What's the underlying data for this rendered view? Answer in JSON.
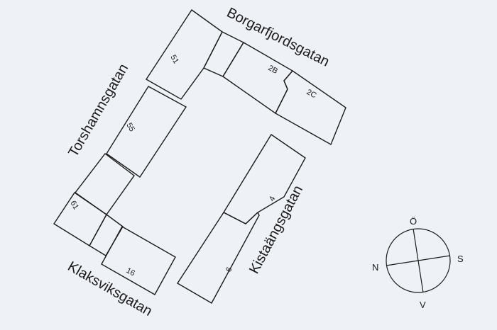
{
  "streets": {
    "borgarfjordsgatan": "Borgarfjordsgatan",
    "torshamnsgatan": "Torshamnsgatan",
    "kistaangsgatan": "Kistaängsgatan",
    "klaksviksgatan": "Klaksviksgatan"
  },
  "buildings": {
    "b51": "51",
    "b55": "55",
    "b61": "61",
    "b16": "16",
    "b2b": "2B",
    "b2c": "2C",
    "b4": "4",
    "b6": "6"
  },
  "compass": {
    "north": "N",
    "east": "Ö",
    "south": "S",
    "west": "V"
  },
  "colors": {
    "background": "#eef1f6",
    "ink": "#1b1b1b"
  }
}
